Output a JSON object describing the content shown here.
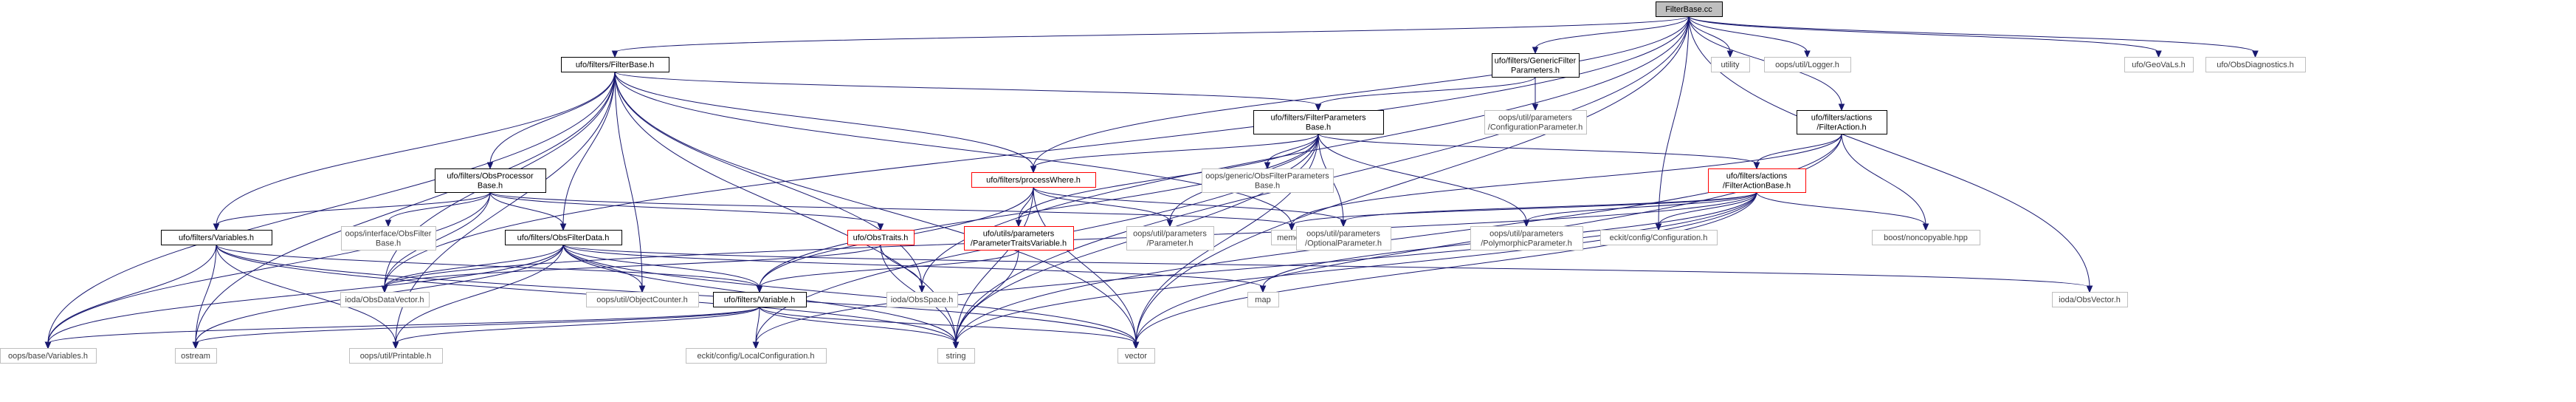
{
  "nodes": [
    {
      "id": "root",
      "style": "root",
      "lines": [
        "FilterBase.cc"
      ]
    },
    {
      "id": "fb_h",
      "style": "solid",
      "lines": [
        "ufo/filters/FilterBase.h"
      ]
    },
    {
      "id": "gfp",
      "style": "solid",
      "lines": [
        "ufo/filters/GenericFilter",
        "Parameters.h"
      ]
    },
    {
      "id": "utility",
      "style": "grey",
      "lines": [
        "utility"
      ]
    },
    {
      "id": "logger",
      "style": "grey",
      "lines": [
        "oops/util/Logger.h"
      ]
    },
    {
      "id": "geovals",
      "style": "grey",
      "lines": [
        "ufo/GeoVaLs.h"
      ]
    },
    {
      "id": "obsdiag",
      "style": "grey",
      "lines": [
        "ufo/ObsDiagnostics.h"
      ]
    },
    {
      "id": "fpb",
      "style": "solid",
      "lines": [
        "ufo/filters/FilterParameters",
        "Base.h"
      ]
    },
    {
      "id": "cfgparam",
      "style": "grey",
      "lines": [
        "oops/util/parameters",
        "/ConfigurationParameter.h"
      ]
    },
    {
      "id": "fact",
      "style": "solid",
      "lines": [
        "ufo/filters/actions",
        "/FilterAction.h"
      ]
    },
    {
      "id": "ofpb",
      "style": "grey",
      "lines": [
        "oops/generic/ObsFilterParameters",
        "Base.h"
      ]
    },
    {
      "id": "pw",
      "style": "red",
      "lines": [
        "ufo/filters/processWhere.h"
      ]
    },
    {
      "id": "fab",
      "style": "red",
      "lines": [
        "ufo/filters/actions",
        "/FilterActionBase.h"
      ]
    },
    {
      "id": "opb",
      "style": "solid",
      "lines": [
        "ufo/filters/ObsProcessor",
        "Base.h"
      ]
    },
    {
      "id": "ptv",
      "style": "red",
      "lines": [
        "ufo/utils/parameters",
        "/ParameterTraitsVariable.h"
      ]
    },
    {
      "id": "param",
      "style": "grey",
      "lines": [
        "oops/util/parameters",
        "/Parameter.h"
      ]
    },
    {
      "id": "memory",
      "style": "grey",
      "lines": [
        "memory"
      ]
    },
    {
      "id": "optparam",
      "style": "grey",
      "lines": [
        "oops/util/parameters",
        "/OptionalParameter.h"
      ]
    },
    {
      "id": "polyparam",
      "style": "grey",
      "lines": [
        "oops/util/parameters",
        "/PolymorphicParameter.h"
      ]
    },
    {
      "id": "eckitcfg",
      "style": "grey",
      "lines": [
        "eckit/config/Configuration.h"
      ]
    },
    {
      "id": "noncopy",
      "style": "grey",
      "lines": [
        "boost/noncopyable.hpp"
      ]
    },
    {
      "id": "varsh",
      "style": "solid",
      "lines": [
        "ufo/filters/Variables.h"
      ]
    },
    {
      "id": "ifilt",
      "style": "grey",
      "lines": [
        "oops/interface/ObsFilter",
        "Base.h"
      ]
    },
    {
      "id": "ofd",
      "style": "solid",
      "lines": [
        "ufo/filters/ObsFilterData.h"
      ]
    },
    {
      "id": "obstraits",
      "style": "red",
      "lines": [
        "ufo/ObsTraits.h"
      ]
    },
    {
      "id": "map",
      "style": "grey",
      "lines": [
        "map"
      ]
    },
    {
      "id": "obsvec",
      "style": "grey",
      "lines": [
        "ioda/ObsVector.h"
      ]
    },
    {
      "id": "odv",
      "style": "grey",
      "lines": [
        "ioda/ObsDataVector.h"
      ]
    },
    {
      "id": "objcnt",
      "style": "grey",
      "lines": [
        "oops/util/ObjectCounter.h"
      ]
    },
    {
      "id": "varh",
      "style": "solid",
      "lines": [
        "ufo/filters/Variable.h"
      ]
    },
    {
      "id": "obsspace",
      "style": "grey",
      "lines": [
        "ioda/ObsSpace.h"
      ]
    },
    {
      "id": "oopsvars",
      "style": "grey",
      "lines": [
        "oops/base/Variables.h"
      ]
    },
    {
      "id": "ostream",
      "style": "grey",
      "lines": [
        "ostream"
      ]
    },
    {
      "id": "printable",
      "style": "grey",
      "lines": [
        "oops/util/Printable.h"
      ]
    },
    {
      "id": "localcfg",
      "style": "grey",
      "lines": [
        "eckit/config/LocalConfiguration.h"
      ]
    },
    {
      "id": "string",
      "style": "grey",
      "lines": [
        "string"
      ]
    },
    {
      "id": "vector",
      "style": "grey",
      "lines": [
        "vector"
      ]
    }
  ],
  "edges": [
    [
      "root",
      "fb_h"
    ],
    [
      "root",
      "gfp"
    ],
    [
      "root",
      "utility"
    ],
    [
      "root",
      "logger"
    ],
    [
      "root",
      "geovals"
    ],
    [
      "root",
      "obsdiag"
    ],
    [
      "root",
      "fact"
    ],
    [
      "root",
      "pw"
    ],
    [
      "root",
      "obsspace"
    ],
    [
      "root",
      "odv"
    ],
    [
      "root",
      "eckitcfg"
    ],
    [
      "root",
      "obsvec"
    ],
    [
      "root",
      "string"
    ],
    [
      "root",
      "vector"
    ],
    [
      "gfp",
      "fpb"
    ],
    [
      "gfp",
      "cfgparam"
    ],
    [
      "fb_h",
      "fpb"
    ],
    [
      "fb_h",
      "pw"
    ],
    [
      "fb_h",
      "opb"
    ],
    [
      "fb_h",
      "varsh"
    ],
    [
      "fb_h",
      "ofd"
    ],
    [
      "fb_h",
      "odv"
    ],
    [
      "fb_h",
      "objcnt"
    ],
    [
      "fb_h",
      "memory"
    ],
    [
      "fb_h",
      "oopsvars"
    ],
    [
      "fb_h",
      "ostream"
    ],
    [
      "fb_h",
      "printable"
    ],
    [
      "fb_h",
      "string"
    ],
    [
      "fb_h",
      "vector"
    ],
    [
      "fb_h",
      "obsspace"
    ],
    [
      "fpb",
      "ofpb"
    ],
    [
      "fpb",
      "pw"
    ],
    [
      "fpb",
      "ptv"
    ],
    [
      "fpb",
      "param"
    ],
    [
      "fpb",
      "optparam"
    ],
    [
      "fpb",
      "polyparam"
    ],
    [
      "fpb",
      "fab"
    ],
    [
      "fpb",
      "varh"
    ],
    [
      "fpb",
      "localcfg"
    ],
    [
      "fpb",
      "string"
    ],
    [
      "fpb",
      "vector"
    ],
    [
      "fact",
      "fab"
    ],
    [
      "fact",
      "memory"
    ],
    [
      "fact",
      "noncopy"
    ],
    [
      "fact",
      "string"
    ],
    [
      "fact",
      "vector"
    ],
    [
      "fab",
      "memory"
    ],
    [
      "fab",
      "optparam"
    ],
    [
      "fab",
      "polyparam"
    ],
    [
      "fab",
      "eckitcfg"
    ],
    [
      "fab",
      "noncopy"
    ],
    [
      "fab",
      "map"
    ],
    [
      "fab",
      "odv"
    ],
    [
      "fab",
      "localcfg"
    ],
    [
      "fab",
      "string"
    ],
    [
      "fab",
      "vector"
    ],
    [
      "pw",
      "ptv"
    ],
    [
      "pw",
      "param"
    ],
    [
      "pw",
      "optparam"
    ],
    [
      "pw",
      "varh"
    ],
    [
      "pw",
      "string"
    ],
    [
      "pw",
      "vector"
    ],
    [
      "opb",
      "varsh"
    ],
    [
      "opb",
      "ifilt"
    ],
    [
      "opb",
      "ofd"
    ],
    [
      "opb",
      "obstraits"
    ],
    [
      "opb",
      "odv"
    ],
    [
      "opb",
      "oopsvars"
    ],
    [
      "opb",
      "memory"
    ],
    [
      "ptv",
      "varh"
    ],
    [
      "ptv",
      "string"
    ],
    [
      "varsh",
      "varh"
    ],
    [
      "varsh",
      "oopsvars"
    ],
    [
      "varsh",
      "ostream"
    ],
    [
      "varsh",
      "printable"
    ],
    [
      "varsh",
      "string"
    ],
    [
      "varsh",
      "vector"
    ],
    [
      "ofd",
      "odv"
    ],
    [
      "ofd",
      "objcnt"
    ],
    [
      "ofd",
      "varh"
    ],
    [
      "ofd",
      "map"
    ],
    [
      "ofd",
      "obsvec"
    ],
    [
      "ofd",
      "oopsvars"
    ],
    [
      "ofd",
      "ostream"
    ],
    [
      "ofd",
      "printable"
    ],
    [
      "ofd",
      "string"
    ],
    [
      "ofd",
      "vector"
    ],
    [
      "obstraits",
      "odv"
    ],
    [
      "obstraits",
      "obsspace"
    ],
    [
      "obstraits",
      "string"
    ],
    [
      "varh",
      "oopsvars"
    ],
    [
      "varh",
      "ostream"
    ],
    [
      "varh",
      "printable"
    ],
    [
      "varh",
      "localcfg"
    ],
    [
      "varh",
      "string"
    ],
    [
      "varh",
      "vector"
    ]
  ]
}
